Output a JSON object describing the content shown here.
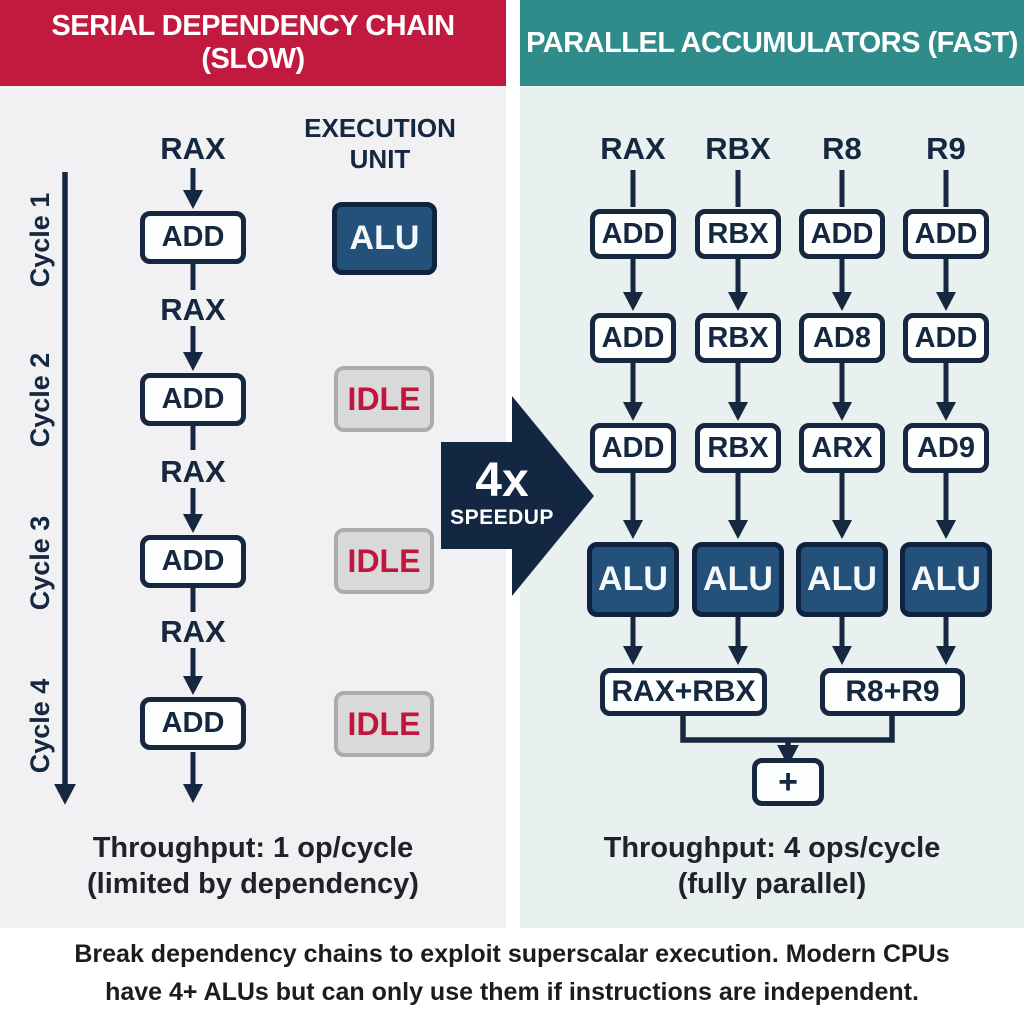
{
  "left_panel": {
    "header": "SERIAL DEPENDENCY CHAIN (SLOW)",
    "execution_unit": {
      "line1": "EXECUTION",
      "line2": "UNIT"
    },
    "cycles": [
      "Cycle 1",
      "Cycle 2",
      "Cycle 3",
      "Cycle 4"
    ],
    "rows": [
      {
        "register": "RAX",
        "op": "ADD",
        "unit": "ALU"
      },
      {
        "register": "RAX",
        "op": "ADD",
        "unit": "IDLE"
      },
      {
        "register": "RAX",
        "op": "ADD",
        "unit": "IDLE"
      },
      {
        "register": "RAX",
        "op": "ADD",
        "unit": "IDLE"
      }
    ],
    "throughput_line1": "Throughput: 1 op/cycle",
    "throughput_line2": "(limited by dependency)"
  },
  "center": {
    "speedup_value": "4x",
    "speedup_label": "SPEEDUP"
  },
  "right_panel": {
    "header": "PARALLEL ACCUMULATORS (FAST)",
    "registers": [
      "RAX",
      "RBX",
      "R8",
      "R9"
    ],
    "op_rows": [
      [
        "ADD",
        "RBX",
        "ADD",
        "ADD"
      ],
      [
        "ADD",
        "RBX",
        "AD8",
        "ADD"
      ],
      [
        "ADD",
        "RBX",
        "ARX",
        "AD9"
      ]
    ],
    "alu_row": [
      "ALU",
      "ALU",
      "ALU",
      "ALU"
    ],
    "combine": [
      "RAX+RBX",
      "R8+R9"
    ],
    "final_op": "+",
    "throughput_line1": "Throughput: 4 ops/cycle",
    "throughput_line2": "(fully parallel)"
  },
  "caption": {
    "line1": "Break dependency chains to exploit superscalar execution. Modern CPUs",
    "line2": "have 4+ ALUs but can only use them if instructions are independent."
  },
  "colors": {
    "header_red": "#C11A3E",
    "header_teal": "#2F8C8A",
    "navy": "#152840",
    "alu_fill": "#24517A",
    "idle_fill": "#D9D9D9",
    "idle_text": "#C1163C",
    "panel_left_bg": "#F1F1F4",
    "panel_right_bg": "#E8F0F0"
  }
}
